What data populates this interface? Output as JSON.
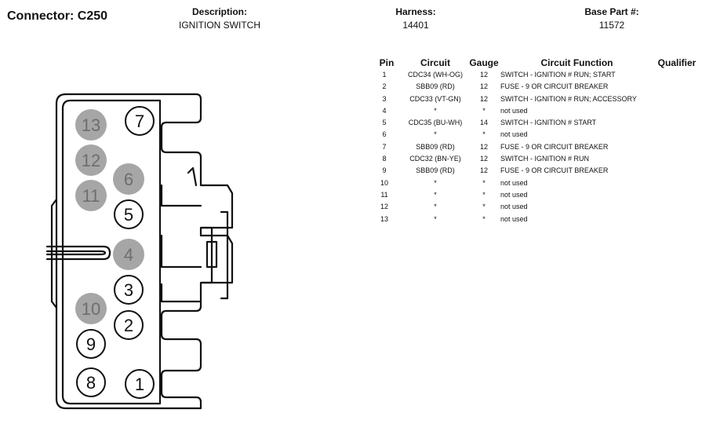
{
  "connector": {
    "label": "Connector:",
    "id": "C250"
  },
  "header": {
    "description": {
      "label": "Description:",
      "value": "IGNITION SWITCH"
    },
    "harness": {
      "label": "Harness:",
      "value": "14401"
    },
    "base_part": {
      "label": "Base Part #:",
      "value": "11572"
    }
  },
  "table": {
    "columns": [
      "Pin",
      "Circuit",
      "Gauge",
      "Circuit Function",
      "Qualifier"
    ],
    "rows": [
      {
        "pin": "1",
        "circuit": "CDC34 (WH-OG)",
        "gauge": "12",
        "function": "SWITCH - IGNITION # RUN; START",
        "qualifier": ""
      },
      {
        "pin": "2",
        "circuit": "SBB09 (RD)",
        "gauge": "12",
        "function": "FUSE - 9 OR CIRCUIT BREAKER",
        "qualifier": ""
      },
      {
        "pin": "3",
        "circuit": "CDC33 (VT-GN)",
        "gauge": "12",
        "function": "SWITCH - IGNITION # RUN; ACCESSORY",
        "qualifier": ""
      },
      {
        "pin": "4",
        "circuit": "*",
        "gauge": "*",
        "function": "not used",
        "qualifier": ""
      },
      {
        "pin": "5",
        "circuit": "CDC35 (BU-WH)",
        "gauge": "14",
        "function": "SWITCH - IGNITION # START",
        "qualifier": ""
      },
      {
        "pin": "6",
        "circuit": "*",
        "gauge": "*",
        "function": "not used",
        "qualifier": ""
      },
      {
        "pin": "7",
        "circuit": "SBB09 (RD)",
        "gauge": "12",
        "function": "FUSE - 9 OR CIRCUIT BREAKER",
        "qualifier": ""
      },
      {
        "pin": "8",
        "circuit": "CDC32 (BN-YE)",
        "gauge": "12",
        "function": "SWITCH - IGNITION # RUN",
        "qualifier": ""
      },
      {
        "pin": "9",
        "circuit": "SBB09 (RD)",
        "gauge": "12",
        "function": "FUSE - 9 OR CIRCUIT BREAKER",
        "qualifier": ""
      },
      {
        "pin": "10",
        "circuit": "*",
        "gauge": "*",
        "function": "not used",
        "qualifier": ""
      },
      {
        "pin": "11",
        "circuit": "*",
        "gauge": "*",
        "function": "not used",
        "qualifier": ""
      },
      {
        "pin": "12",
        "circuit": "*",
        "gauge": "*",
        "function": "not used",
        "qualifier": ""
      },
      {
        "pin": "13",
        "circuit": "*",
        "gauge": "*",
        "function": "not used",
        "qualifier": ""
      }
    ]
  },
  "diagram": {
    "used_pin_style": "outlined",
    "unused_pin_style": "filled-gray",
    "colors": {
      "outline": "#111111",
      "unused_fill": "#a6a6a6",
      "unused_text": "#6e6e6e"
    },
    "pins": [
      {
        "number": "1",
        "used": true
      },
      {
        "number": "2",
        "used": true
      },
      {
        "number": "3",
        "used": true
      },
      {
        "number": "4",
        "used": false
      },
      {
        "number": "5",
        "used": true
      },
      {
        "number": "6",
        "used": false
      },
      {
        "number": "7",
        "used": true
      },
      {
        "number": "8",
        "used": true
      },
      {
        "number": "9",
        "used": true
      },
      {
        "number": "10",
        "used": false
      },
      {
        "number": "11",
        "used": false
      },
      {
        "number": "12",
        "used": false
      },
      {
        "number": "13",
        "used": false
      }
    ]
  }
}
